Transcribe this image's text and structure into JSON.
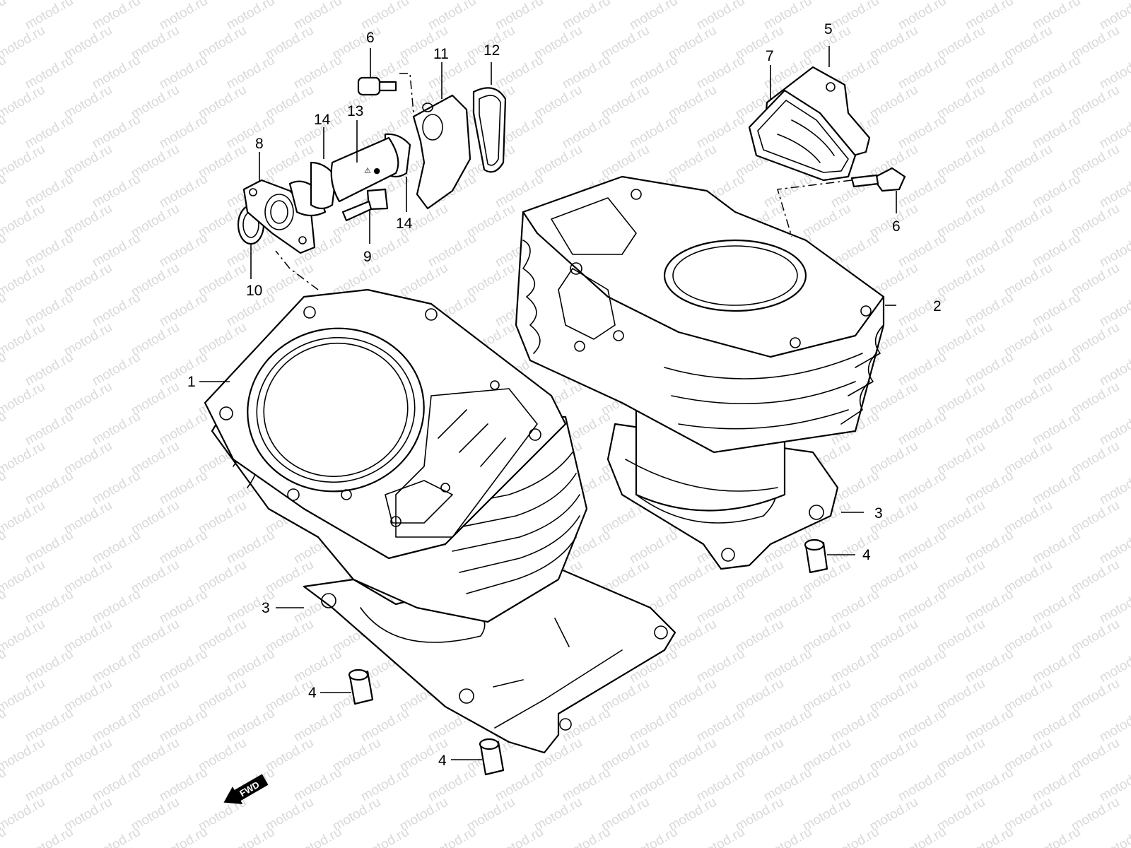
{
  "watermark": {
    "text": "motod.ru"
  },
  "callouts": {
    "c1": "1",
    "c2": "2",
    "c3a": "3",
    "c3b": "3",
    "c4a": "4",
    "c4b": "4",
    "c4c": "4",
    "c5": "5",
    "c6a": "6",
    "c6b": "6",
    "c7": "7",
    "c8": "8",
    "c9": "9",
    "c10": "10",
    "c11": "11",
    "c12": "12",
    "c13": "13",
    "c14a": "14",
    "c14b": "14"
  },
  "direction_arrow": {
    "label": "FWD"
  }
}
